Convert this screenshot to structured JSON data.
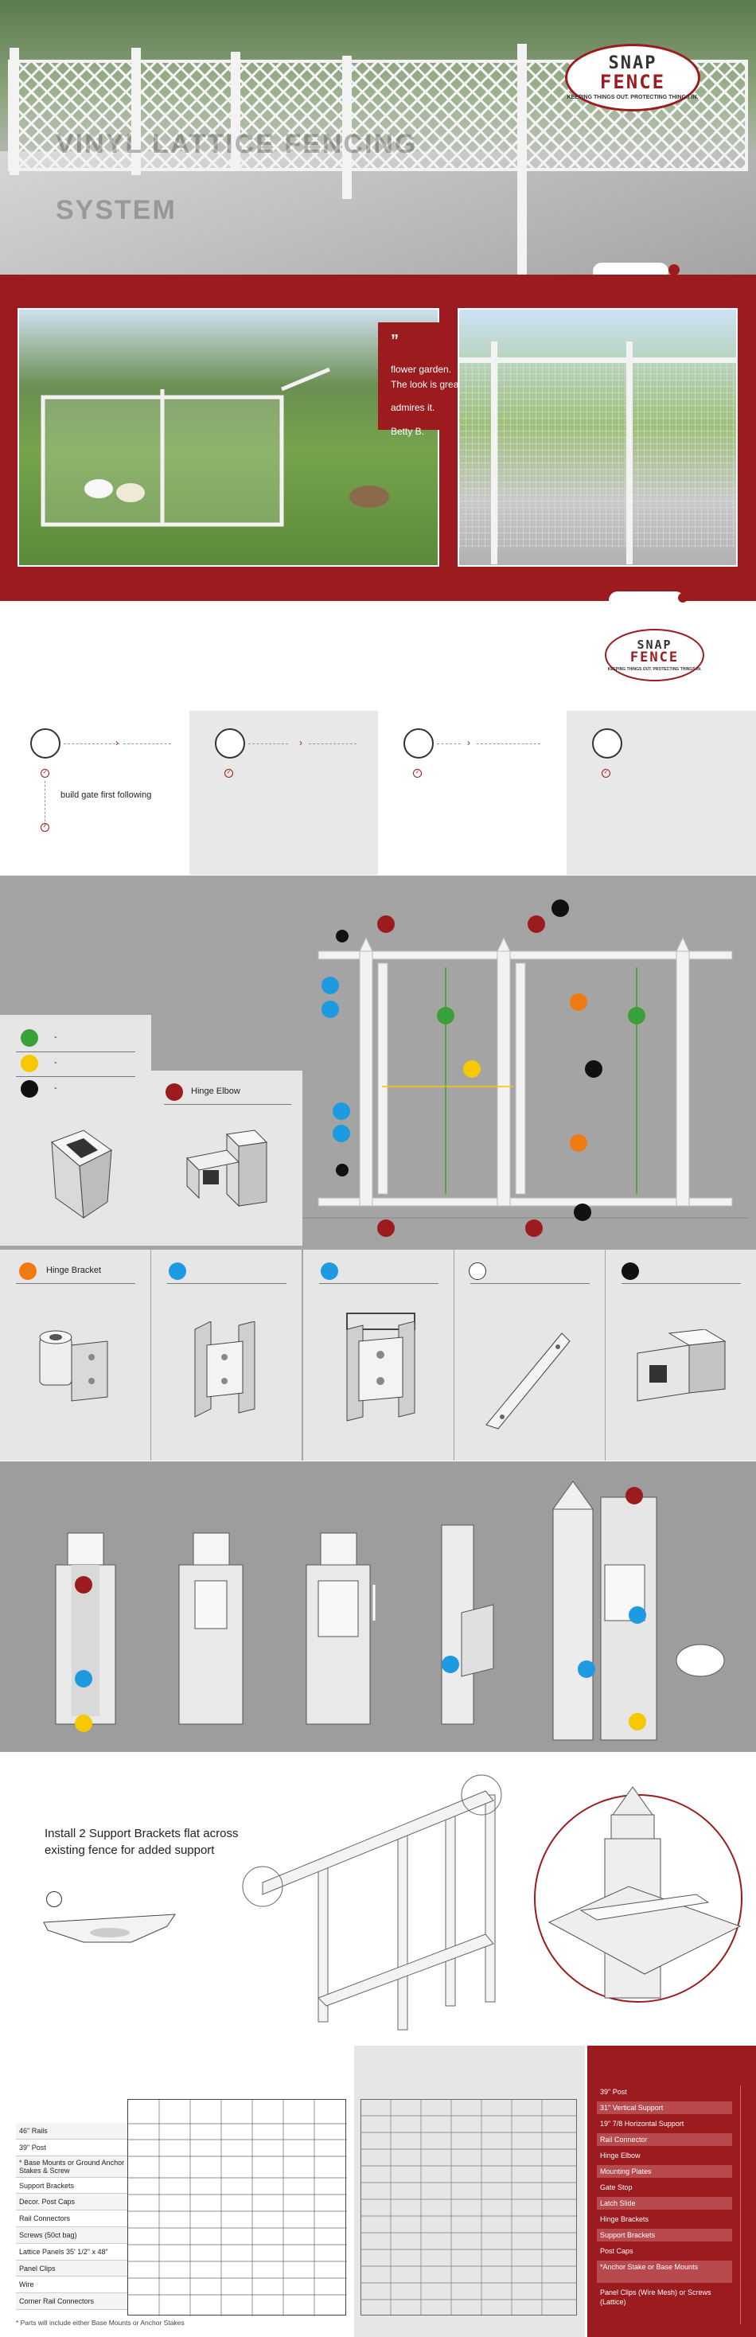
{
  "brand": {
    "logo_top": "SNAP",
    "logo_bottom": "FENCE",
    "tagline": "KEEPING THINGS OUT. PROTECTING THINGS IN."
  },
  "hero": {
    "ghost_line1": "VINYL LATTICE FENCING",
    "ghost_line2": "SYSTEM"
  },
  "testimonial": {
    "quote_mark": "”",
    "line1": "flower garden.",
    "line2": "The look is great",
    "line3": "admires it.",
    "author": "Betty B."
  },
  "steps": [
    {
      "text": "build gate first following"
    },
    {
      "text": ""
    },
    {
      "text": ""
    },
    {
      "text": ""
    }
  ],
  "legend": {
    "dot_text_1": "-",
    "dot_text_2": "-",
    "dot_text_3": "-"
  },
  "parts": {
    "hinge_elbow": "Hinge Elbow",
    "hinge_bracket": "Hinge Bracket"
  },
  "install": {
    "title_line1": "Install 2 Support Brackets flat across",
    "title_line2": "existing fence for added support"
  },
  "table": {
    "rows": [
      "46\" Rails",
      "39\" Post",
      "* Base Mounts or Ground Anchor Stakes & Screw",
      "Support Brackets",
      "Decor. Post Caps",
      "Rail Connectors",
      "Screws (50ct bag)",
      "Lattice Panels 35' 1/2\" x 48\"",
      "Panel Clips",
      "Wire",
      "Corner Rail Connectors"
    ],
    "footnote": "* Parts will include either Base Mounts or Anchor Stakes"
  },
  "side_list": [
    "39\" Post",
    "31\" Vertical Support",
    "19\" 7/8 Horizontal Support",
    "Rail Connector",
    "Hinge Elbow",
    "Mounting Plates",
    "Gate Stop",
    "Latch Slide",
    "Hinge Brackets",
    "Support Brackets",
    "Post Caps",
    "*Anchor Stake or Base Mounts",
    "Panel Clips (Wire Mesh) or Screws (Lattice)"
  ],
  "colors": {
    "brand_red": "#9b1b1e",
    "green": "#3aa03a",
    "yellow": "#f5c800",
    "black": "#111111",
    "blue": "#1e9be0",
    "orange": "#ef7a12",
    "white": "#ffffff",
    "gray_bg": "#a4a4a4"
  }
}
